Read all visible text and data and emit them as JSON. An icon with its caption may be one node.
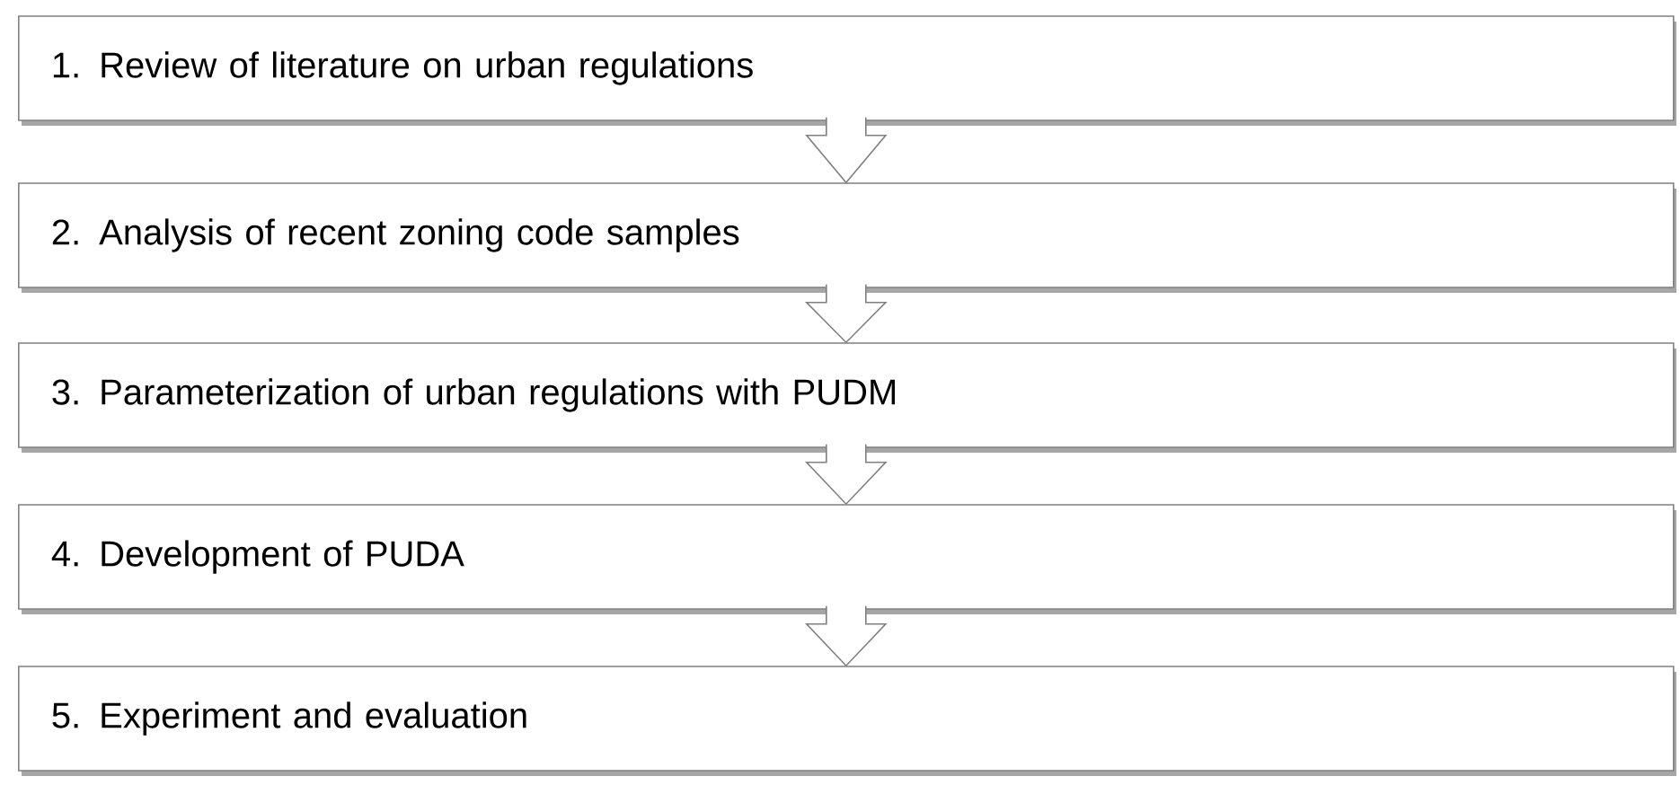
{
  "diagram": {
    "nodes": [
      {
        "text": [
          "1. Review of literature on urban regulations"
        ]
      },
      {
        "text": [
          "2. Analysis of recent zoning code samples"
        ]
      },
      {
        "text": [
          "3. Parameterization of urban regulations with PUDM"
        ]
      },
      {
        "text": [
          "4. Development of PUDA"
        ]
      },
      {
        "text": [
          "5. Experiment and evaluation"
        ]
      }
    ],
    "edges": [
      {
        "from": 0,
        "to": 1,
        "arrow": "to"
      },
      {
        "from": 1,
        "to": 2,
        "arrow": "to"
      },
      {
        "from": 2,
        "to": 3,
        "arrow": "to"
      },
      {
        "from": 3,
        "to": 4,
        "arrow": "to"
      }
    ]
  }
}
